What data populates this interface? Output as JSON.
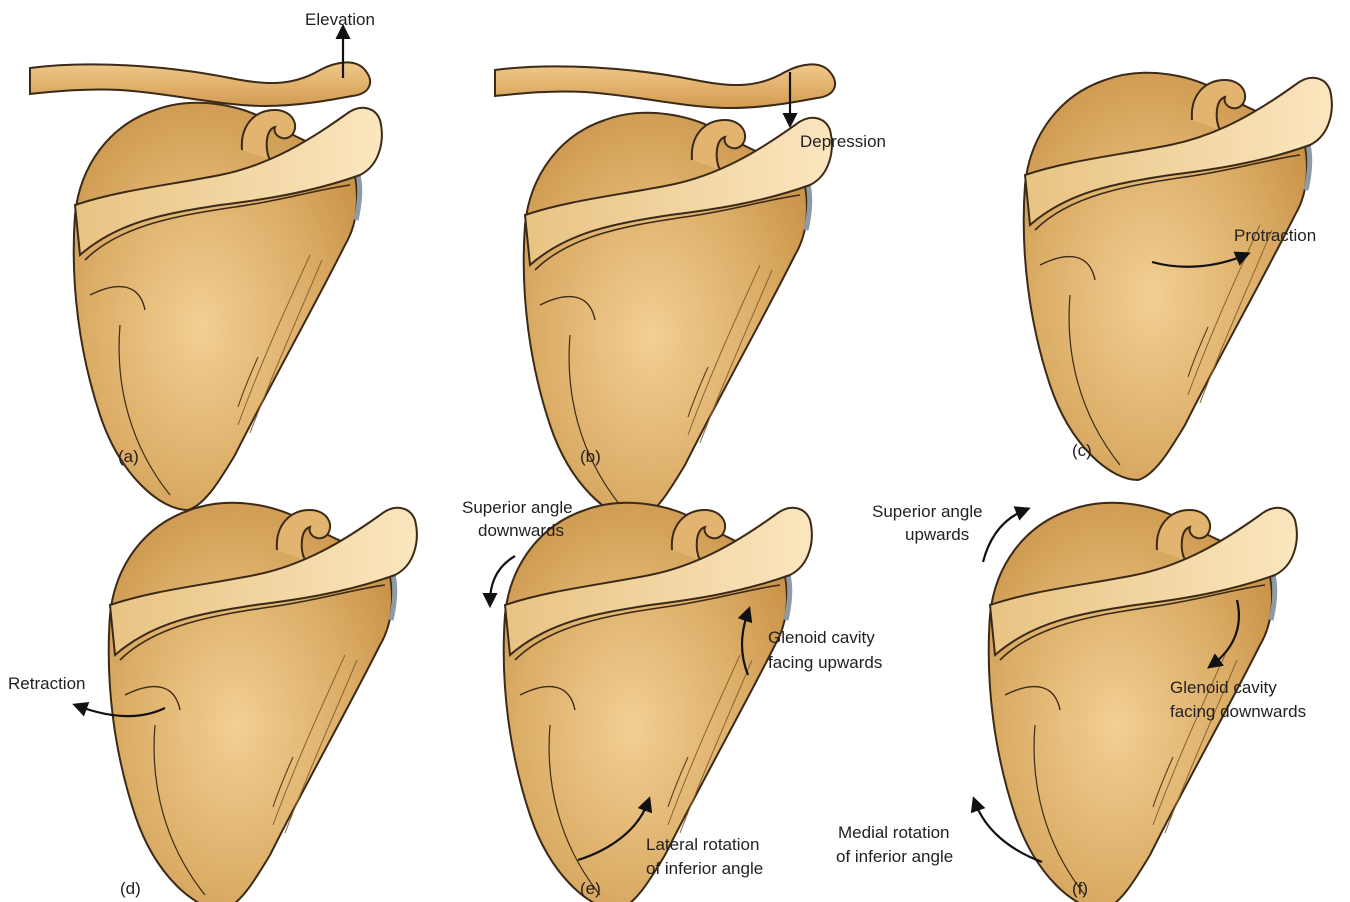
{
  "colors": {
    "bone": "#d6a65c",
    "bone_light": "#f4dba8",
    "bone_outline": "#3b2a17",
    "glenoid": "#8e9aa6",
    "arrow": "#111111",
    "text": "#231f20"
  },
  "panels": [
    {
      "caption": "(a)",
      "labels": [
        "Elevation"
      ]
    },
    {
      "caption": "(b)",
      "labels": [
        "Depression"
      ]
    },
    {
      "caption": "(c)",
      "labels": [
        "Protraction"
      ]
    },
    {
      "caption": "(d)",
      "labels": [
        "Retraction"
      ]
    },
    {
      "caption": "(e)",
      "labels": [
        "Superior angle",
        "downwards",
        "Glenoid cavity",
        "facing upwards",
        "Lateral rotation",
        "of inferior angle"
      ]
    },
    {
      "caption": "(f)",
      "labels": [
        "Superior angle",
        "upwards",
        "Glenoid cavity",
        "facing downwards",
        "Medial rotation",
        "of inferior angle"
      ]
    }
  ]
}
